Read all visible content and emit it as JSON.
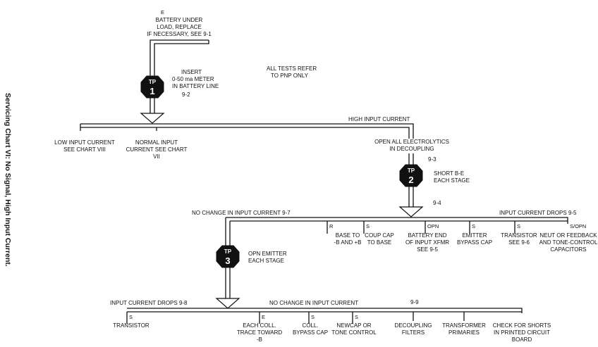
{
  "side_title": "Servicing Chart VI: No Signal, High Input Current.",
  "top_note": {
    "tag": "E",
    "lines": [
      "BATTERY UNDER",
      "LOAD, REPLACE",
      "IF NECESSARY, SEE 9-1"
    ]
  },
  "tests_note": [
    "ALL TESTS REFER",
    "TO PNP ONLY"
  ],
  "tp1": {
    "label": "TP",
    "num": "1",
    "lines": [
      "INSERT",
      "0-50 ma METER",
      "IN BATTERY LINE"
    ],
    "ref": "9-2"
  },
  "tp2": {
    "label": "TP",
    "num": "2",
    "lines": [
      "SHORT B-E",
      "EACH STAGE"
    ],
    "ref": "9-4"
  },
  "tp3": {
    "label": "TP",
    "num": "3",
    "lines": [
      "OPN EMITTER",
      "EACH STAGE"
    ]
  },
  "level1": {
    "header": "HIGH INPUT CURRENT",
    "low": [
      "LOW INPUT CURRENT",
      "SEE CHART VIII"
    ],
    "normal": [
      "NORMAL INPUT",
      "CURRENT SEE CHART",
      "VII"
    ],
    "open": [
      "OPEN ALL ELECTROLYTICS",
      "IN  DECOUPLING"
    ],
    "open_ref": "9-3"
  },
  "level2": {
    "left_header": "NO CHANGE IN INPUT CURRENT 9-7",
    "right_header": "INPUT CURRENT DROPS  9-5",
    "items": [
      {
        "tag": "R",
        "lines": [
          "BASE     TO",
          "-B AND +B"
        ]
      },
      {
        "tag": "S",
        "lines": [
          "COUP CAP",
          "TO BASE"
        ]
      },
      {
        "tag": "OPN",
        "lines": [
          "BATTERY END",
          "OF INPUT XFMR",
          "SEE 9-5"
        ]
      },
      {
        "tag": "S",
        "lines": [
          "EMITTER",
          "BYPASS CAP"
        ]
      },
      {
        "tag": "S",
        "lines": [
          "TRANSISTOR",
          "SEE 9-6"
        ]
      },
      {
        "tag": "S/OPN",
        "lines": [
          "NEUT OR FEEDBACK",
          "AND TONE-CONTROL",
          "CAPACITORS"
        ]
      }
    ]
  },
  "level3": {
    "left_header": "INPUT CURRENT DROPS 9-8",
    "right_header": "NO CHANGE IN INPUT CURRENT",
    "right_ref": "9-9",
    "items": [
      {
        "tag": "S",
        "lines": [
          "TRANSISTOR"
        ]
      },
      {
        "tag": "E",
        "lines": [
          "EACH COLL.",
          "TRACE TOWARD",
          "-B"
        ]
      },
      {
        "tag": "S",
        "lines": [
          "COLL.",
          "BYPASS CAP"
        ]
      },
      {
        "tag": "S",
        "lines": [
          "NEWCAP OR",
          "TONE CONTROL"
        ]
      },
      {
        "tag": "",
        "lines": [
          "DECOUPLING",
          "FILTERS"
        ]
      },
      {
        "tag": "",
        "lines": [
          "TRANSFORMER",
          "PRIMARIES"
        ]
      },
      {
        "tag": "",
        "lines": [
          "CHECK FOR SHORTS",
          "IN PRINTED CIRCUIT",
          "BOARD"
        ]
      }
    ]
  }
}
